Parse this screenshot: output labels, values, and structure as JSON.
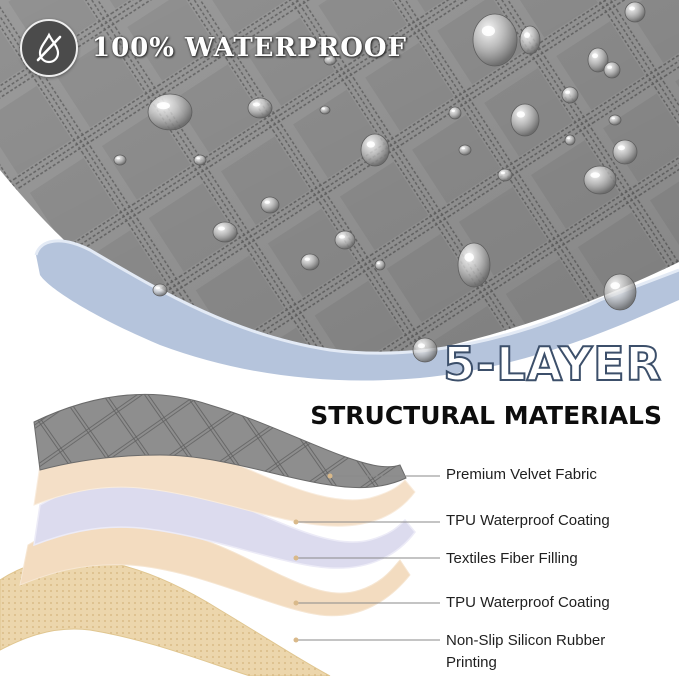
{
  "badge": {
    "icon": "no-water-drop-icon",
    "text": "100% WATERPROOF"
  },
  "heading": {
    "big": "5-LAYER",
    "sub": "STRUCTURAL MATERIALS"
  },
  "layers": [
    {
      "label": "Premium Velvet Fabric"
    },
    {
      "label": "TPU Waterproof Coating"
    },
    {
      "label": "Textiles Fiber Filling"
    },
    {
      "label": "TPU Waterproof Coating"
    },
    {
      "label": "Non-Slip Silicon Rubber",
      "label_line2": "Printing"
    }
  ],
  "colors": {
    "velvet": "#9b9b9b",
    "velvet_dark": "#6f6f6f",
    "edge_blue": "#b5c4dc",
    "tpu": "#f3dcc0",
    "fiber": "#dcdbee",
    "rubber": "#e8d2a6",
    "heading_outline": "#3c4f6a"
  }
}
